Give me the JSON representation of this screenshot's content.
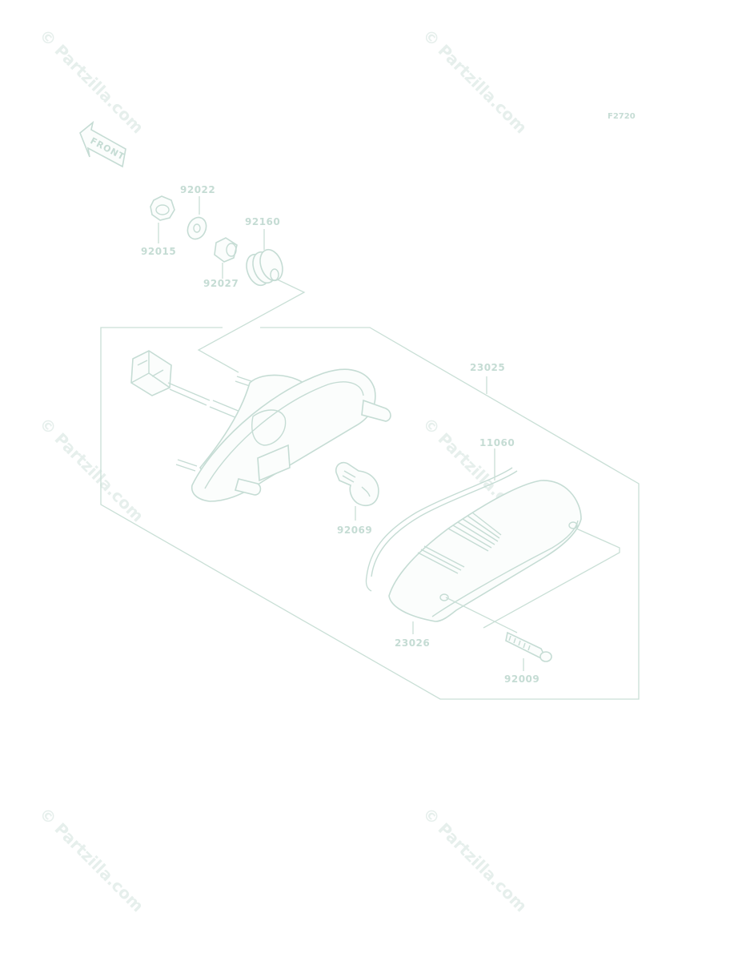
{
  "diagram_ref": "F2720",
  "front_arrow_label": "FRONT",
  "watermark_text": "© Partzilla.com",
  "parts": {
    "p92022": "92022",
    "p92015": "92015",
    "p92027": "92027",
    "p92160": "92160",
    "p23025": "23025",
    "p11060": "11060",
    "p92069": "92069",
    "p23026": "23026",
    "p92009": "92009"
  },
  "colors": {
    "line": "#c9dfd6",
    "label": "#c5dcd4",
    "watermark": "#e6efec",
    "background": "#ffffff"
  }
}
